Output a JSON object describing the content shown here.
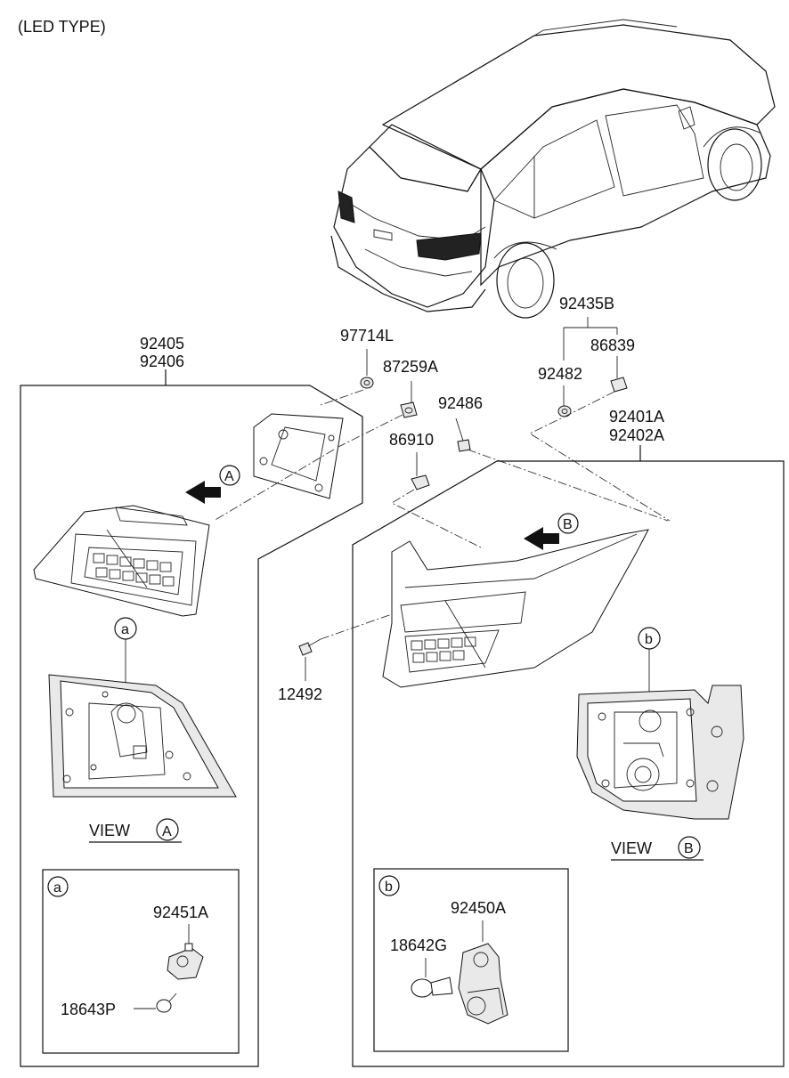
{
  "header": {
    "title": "(LED TYPE)"
  },
  "left_assembly": {
    "part_numbers": [
      "92405",
      "92406"
    ],
    "view_label": "VIEW",
    "view_marker": "A",
    "detail_marker": "a",
    "detail_box": {
      "marker": "a",
      "socket_part": "92451A",
      "bulb_part": "18643P"
    }
  },
  "right_assembly": {
    "part_numbers": [
      "92401A",
      "92402A"
    ],
    "view_label": "VIEW",
    "view_marker": "B",
    "detail_marker": "b",
    "detail_box": {
      "marker": "b",
      "socket_part": "92450A",
      "bulb_part": "18642G"
    }
  },
  "callouts": {
    "p97714L": "97714L",
    "p87259A": "87259A",
    "p92486": "92486",
    "p86910": "86910",
    "p92435B": "92435B",
    "p86839": "86839",
    "p92482": "92482",
    "p12492": "12492"
  },
  "icons": [
    "car-outline-icon",
    "arrow-left-icon",
    "bulb-icon",
    "socket-icon"
  ]
}
